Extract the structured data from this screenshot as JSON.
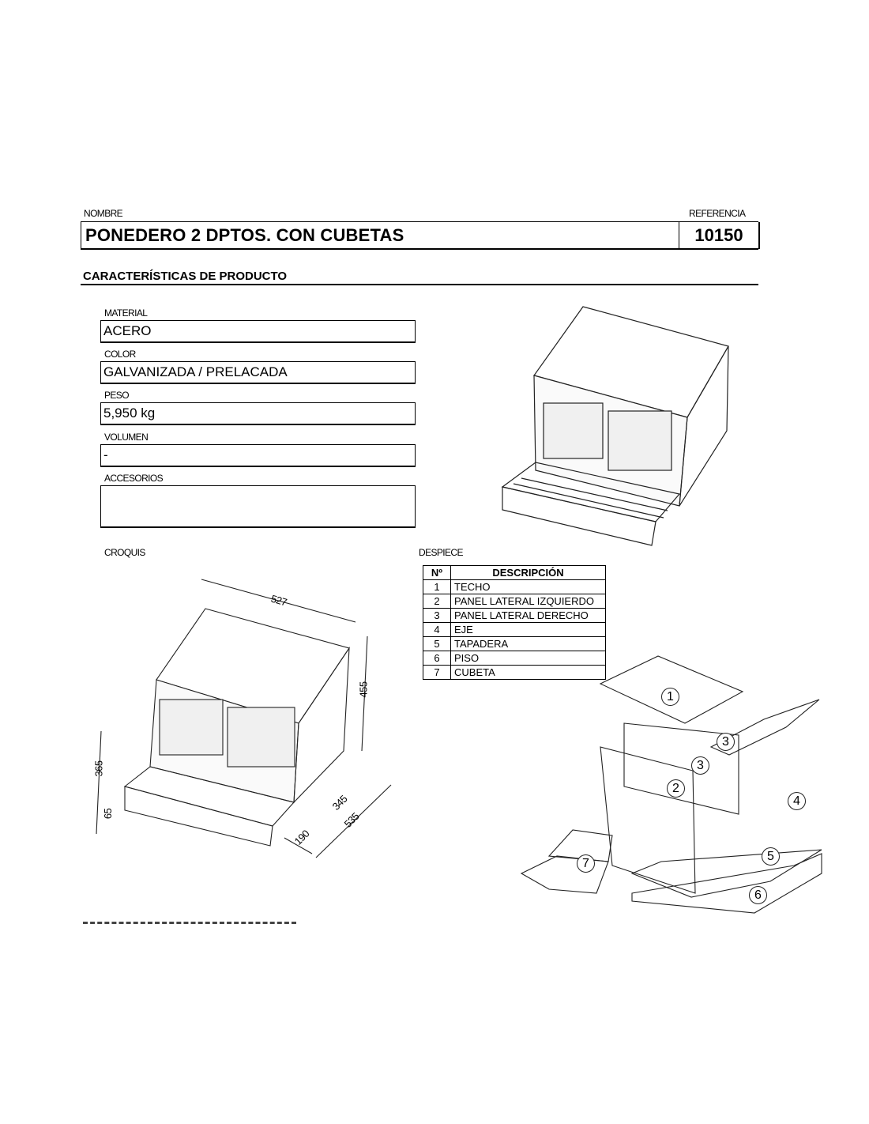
{
  "header": {
    "name_label": "NOMBRE",
    "name": "PONEDERO 2 DPTOS. CON CUBETAS",
    "reference_label": "REFERENCIA",
    "reference": "10150"
  },
  "section_title": "CARACTERÍSTICAS DE PRODUCTO",
  "fields": {
    "material": {
      "label": "MATERIAL",
      "value": "ACERO"
    },
    "color": {
      "label": "COLOR",
      "value": "GALVANIZADA / PRELACADA"
    },
    "peso": {
      "label": "PESO",
      "value": "5,950 kg"
    },
    "volumen": {
      "label": "VOLUMEN",
      "value": "-"
    },
    "accesorios": {
      "label": "ACCESORIOS",
      "value": ""
    }
  },
  "croquis": {
    "label": "CROQUIS",
    "dims": [
      "527",
      "455",
      "365",
      "65",
      "190",
      "345",
      "535"
    ]
  },
  "despiece": {
    "label": "DESPIECE",
    "col_no": "Nº",
    "col_desc": "DESCRIPCIÓN",
    "rows": [
      {
        "n": "1",
        "d": "TECHO"
      },
      {
        "n": "2",
        "d": "PANEL LATERAL IZQUIERDO"
      },
      {
        "n": "3",
        "d": "PANEL LATERAL DERECHO"
      },
      {
        "n": "4",
        "d": "EJE"
      },
      {
        "n": "5",
        "d": "TAPADERA"
      },
      {
        "n": "6",
        "d": "PISO"
      },
      {
        "n": "7",
        "d": "CUBETA"
      }
    ]
  },
  "callouts": [
    "1",
    "2",
    "3",
    "3",
    "4",
    "5",
    "6",
    "7"
  ]
}
